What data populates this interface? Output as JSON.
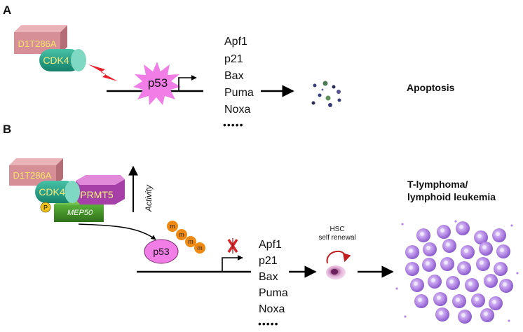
{
  "panel_a": {
    "letter": "A",
    "mutant_label": "D1T286A",
    "kinase_label": "CDK4",
    "p53_label": "p53",
    "target_genes": [
      "Apf1",
      "p21",
      "Bax",
      "Puma",
      "Noxa"
    ],
    "ellipsis": "•••••",
    "outcome": "Apoptosis"
  },
  "panel_b": {
    "letter": "B",
    "mutant_label": "D1T286A",
    "kinase_label": "CDK4",
    "phospho_label": "P",
    "prmt5_label": "PRMT5",
    "mep50_label": "MEP50",
    "activity_label": "Activity",
    "p53_label": "p53",
    "methyl_label": "m",
    "target_genes": [
      "Apf1",
      "p21",
      "Bax",
      "Puma",
      "Noxa"
    ],
    "ellipsis": "•••••",
    "hsc_line1": "HSC",
    "hsc_line2": "self renewal",
    "outcome_line1": "T-lymphoma/",
    "outcome_line2": "lymphoid leukemia"
  },
  "colors": {
    "cyclin_box": "#d68f97",
    "cdk4": "#1fa58a",
    "p53_star": "#f07ee6",
    "p53_oval": "#f07ee6",
    "prmt5": "#a640a8",
    "mep50": "#3f8f23",
    "phospho": "#f1c21b",
    "methyl": "#ee8a13",
    "lightning": "#e8202a",
    "inhibit_x": "#d7262a",
    "self_renewal_arrow": "#c01f1f",
    "tumor_cells": "#b68ae6"
  }
}
